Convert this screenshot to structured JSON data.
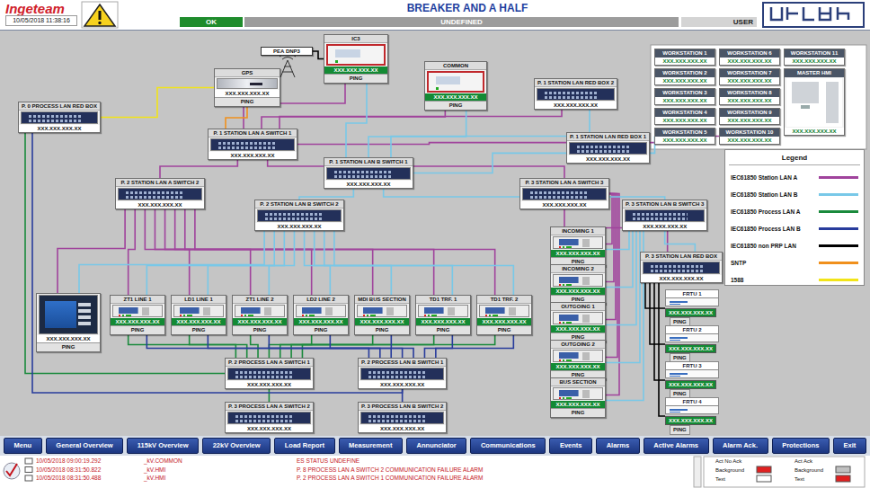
{
  "diagram": {
    "title": "BREAKER AND A HALF",
    "nodes": [
      {
        "text": [
          "PEA DNP3"
        ]
      },
      {
        "text": [
          "GPS",
          "XXX.XXX.XXX.XX",
          "PING"
        ]
      },
      {
        "text": [
          "IC3",
          "XXX.XXX.XXX.XX",
          "PING"
        ]
      },
      {
        "text": [
          "COMMON",
          "XXX.XXX.XXX.XX",
          "PING"
        ]
      },
      {
        "text": [
          "P. 1 STATION LAN RED BOX 2",
          "XXX.XXX.XXX.XX"
        ]
      },
      {
        "text": [
          "P. 0 PROCESS LAN RED BOX",
          "XXX.XXX.XXX.XX"
        ]
      },
      {
        "text": [
          "P. 1 STATION LAN A SWITCH 1",
          "XXX.XXX.XXX.XX"
        ]
      },
      {
        "text": [
          "P. 1 STATION LAN RED BOX 1",
          "XXX.XXX.XXX.XX"
        ]
      },
      {
        "text": [
          "P. 1 STATION LAN B SWITCH 1",
          "XXX.XXX.XXX.XX"
        ]
      },
      {
        "text": [
          "P. 2 STATION LAN A SWITCH 2",
          "XXX.XXX.XXX.XX"
        ]
      },
      {
        "text": [
          "P. 3 STATION LAN A SWITCH 3",
          "XXX.XXX.XXX.XX"
        ]
      },
      {
        "text": [
          "P. 2 STATION LAN B SWITCH 2",
          "XXX.XXX.XXX.XX"
        ]
      },
      {
        "text": [
          "P. 3 STATION LAN B SWITCH 3",
          "XXX.XXX.XXX.XX"
        ]
      },
      {
        "text": [
          "P. 3 STATION LAN RED BOX",
          "XXX.XXX.XXX.XX"
        ]
      },
      {
        "text": [
          "XXX.XXX.XXX.XX",
          "PING"
        ]
      },
      {
        "text": [
          "ZT1 LINE 1",
          "XXX.XXX.XXX.XX",
          "PING"
        ]
      },
      {
        "text": [
          "LD1 LINE 1",
          "XXX.XXX.XXX.XX",
          "PING"
        ]
      },
      {
        "text": [
          "ZT1 LINE 2",
          "XXX.XXX.XXX.XX",
          "PING"
        ]
      },
      {
        "text": [
          "LD2 LINE 2",
          "XXX.XXX.XXX.XX",
          "PING"
        ]
      },
      {
        "text": [
          "MDI BUS SECTION",
          "XXX.XXX.XXX.XX",
          "PING"
        ]
      },
      {
        "text": [
          "TD1 TRF. 1",
          "XXX.XXX.XXX.XX",
          "PING"
        ]
      },
      {
        "text": [
          "TD1 TRF. 2",
          "XXX.XXX.XXX.XX",
          "PING"
        ]
      },
      {
        "text": [
          "INCOMING 1",
          "XXX.XXX.XXX.XX",
          "PING"
        ]
      },
      {
        "text": [
          "INCOMING 2",
          "XXX.XXX.XXX.XX",
          "PING"
        ]
      },
      {
        "text": [
          "OUTGOING 1",
          "XXX.XXX.XXX.XX",
          "PING"
        ]
      },
      {
        "text": [
          "OUTGOING 2",
          "XXX.XXX.XXX.XX",
          "PING"
        ]
      },
      {
        "text": [
          "BUS SECTION",
          "XXX.XXX.XXX.XX",
          "PING"
        ]
      },
      {
        "text": [
          "FRTU 1",
          "XXX.XXX.XXX.XX",
          "PING"
        ]
      },
      {
        "text": [
          "FRTU 2",
          "XXX.XXX.XXX.XX",
          "PING"
        ]
      },
      {
        "text": [
          "FRTU 3",
          "XXX.XXX.XXX.XX",
          "PING"
        ]
      },
      {
        "text": [
          "FRTU 4",
          "XXX.XXX.XXX.XX",
          "PING"
        ]
      },
      {
        "text": [
          "P. 2 PROCESS LAN A SWITCH 1",
          "XXX.XXX.XXX.XX"
        ]
      },
      {
        "text": [
          "P. 2 PROCESS LAN B SWITCH 1",
          "XXX.XXX.XXX.XX"
        ]
      },
      {
        "text": [
          "P. 3 PROCESS LAN A SWITCH 2",
          "XXX.XXX.XXX.XX"
        ]
      },
      {
        "text": [
          "P. 3 PROCESS LAN B SWITCH 2",
          "XXX.XXX.XXX.XX"
        ]
      },
      {
        "text": [
          "WORKSTATION 1",
          "XXX.XXX.XXX.XX"
        ]
      },
      {
        "text": [
          "WORKSTATION 2",
          "XXX.XXX.XXX.XX"
        ]
      },
      {
        "text": [
          "WORKSTATION 3",
          "XXX.XXX.XXX.XX"
        ]
      },
      {
        "text": [
          "WORKSTATION 4",
          "XXX.XXX.XXX.XX"
        ]
      },
      {
        "text": [
          "WORKSTATION 5",
          "XXX.XXX.XXX.XX"
        ]
      },
      {
        "text": [
          "WORKSTATION 6",
          "XXX.XXX.XXX.XX"
        ]
      },
      {
        "text": [
          "WORKSTATION 7",
          "XXX.XXX.XXX.XX"
        ]
      },
      {
        "text": [
          "WORKSTATION 8",
          "XXX.XXX.XXX.XX"
        ]
      },
      {
        "text": [
          "WORKSTATION 9",
          "XXX.XXX.XXX.XX"
        ]
      },
      {
        "text": [
          "WORKSTATION 10",
          "XXX.XXX.XXX.XX"
        ]
      },
      {
        "text": [
          "WORKSTATION 11",
          "XXX.XXX.XXX.XX"
        ]
      },
      {
        "text": [
          "MASTER HMI",
          "XXX.XXX.XXX.XX"
        ]
      }
    ],
    "edges": [
      {
        "from": 6,
        "to": 2,
        "arrow": "none"
      },
      {
        "from": 6,
        "to": 3,
        "arrow": "none"
      },
      {
        "from": 6,
        "to": 4,
        "arrow": "none"
      },
      {
        "from": 6,
        "to": 7,
        "arrow": "none"
      },
      {
        "from": 6,
        "to": 9,
        "arrow": "none"
      },
      {
        "from": 6,
        "to": 10,
        "arrow": "none"
      },
      {
        "from": 9,
        "to": 14,
        "arrow": "none"
      },
      {
        "from": 9,
        "to": 15,
        "arrow": "none"
      },
      {
        "from": 9,
        "to": 16,
        "arrow": "none"
      },
      {
        "from": 9,
        "to": 17,
        "arrow": "none"
      },
      {
        "from": 9,
        "to": 18,
        "arrow": "none"
      },
      {
        "from": 9,
        "to": 19,
        "arrow": "none"
      },
      {
        "from": 9,
        "to": 20,
        "arrow": "none"
      },
      {
        "from": 9,
        "to": 21,
        "arrow": "none"
      },
      {
        "from": 10,
        "to": 22,
        "arrow": "none"
      },
      {
        "from": 10,
        "to": 23,
        "arrow": "none"
      },
      {
        "from": 10,
        "to": 24,
        "arrow": "none"
      },
      {
        "from": 10,
        "to": 25,
        "arrow": "none"
      },
      {
        "from": 10,
        "to": 26,
        "arrow": "none"
      },
      {
        "from": 10,
        "to": 13,
        "arrow": "none"
      },
      {
        "from": 7,
        "to": 44,
        "arrow": "none"
      },
      {
        "from": 8,
        "to": 2,
        "arrow": "none"
      },
      {
        "from": 8,
        "to": 3,
        "arrow": "none"
      },
      {
        "from": 8,
        "to": 4,
        "arrow": "none"
      },
      {
        "from": 8,
        "to": 7,
        "arrow": "none"
      },
      {
        "from": 8,
        "to": 11,
        "arrow": "none"
      },
      {
        "from": 8,
        "to": 12,
        "arrow": "none"
      },
      {
        "from": 11,
        "to": 14,
        "arrow": "none"
      },
      {
        "from": 11,
        "to": 15,
        "arrow": "none"
      },
      {
        "from": 11,
        "to": 16,
        "arrow": "none"
      },
      {
        "from": 11,
        "to": 17,
        "arrow": "none"
      },
      {
        "from": 11,
        "to": 18,
        "arrow": "none"
      },
      {
        "from": 11,
        "to": 19,
        "arrow": "none"
      },
      {
        "from": 11,
        "to": 20,
        "arrow": "none"
      },
      {
        "from": 11,
        "to": 21,
        "arrow": "none"
      },
      {
        "from": 12,
        "to": 22,
        "arrow": "none"
      },
      {
        "from": 12,
        "to": 23,
        "arrow": "none"
      },
      {
        "from": 12,
        "to": 24,
        "arrow": "none"
      },
      {
        "from": 12,
        "to": 25,
        "arrow": "none"
      },
      {
        "from": 12,
        "to": 26,
        "arrow": "none"
      },
      {
        "from": 12,
        "to": 13,
        "arrow": "none"
      },
      {
        "from": 7,
        "to": 39,
        "arrow": "none"
      },
      {
        "from": 15,
        "to": 31,
        "arrow": "none"
      },
      {
        "from": 16,
        "to": 31,
        "arrow": "none"
      },
      {
        "from": 17,
        "to": 31,
        "arrow": "none"
      },
      {
        "from": 18,
        "to": 31,
        "arrow": "none"
      },
      {
        "from": 19,
        "to": 31,
        "arrow": "none"
      },
      {
        "from": 20,
        "to": 31,
        "arrow": "none"
      },
      {
        "from": 21,
        "to": 31,
        "arrow": "none"
      },
      {
        "from": 5,
        "to": 31,
        "arrow": "none"
      },
      {
        "from": 31,
        "to": 33,
        "arrow": "none"
      },
      {
        "from": 15,
        "to": 32,
        "arrow": "none"
      },
      {
        "from": 16,
        "to": 32,
        "arrow": "none"
      },
      {
        "from": 17,
        "to": 32,
        "arrow": "none"
      },
      {
        "from": 18,
        "to": 32,
        "arrow": "none"
      },
      {
        "from": 19,
        "to": 32,
        "arrow": "none"
      },
      {
        "from": 20,
        "to": 32,
        "arrow": "none"
      },
      {
        "from": 21,
        "to": 32,
        "arrow": "none"
      },
      {
        "from": 5,
        "to": 32,
        "arrow": "none"
      },
      {
        "from": 32,
        "to": 34,
        "arrow": "none"
      },
      {
        "from": 1,
        "to": 6,
        "arrow": "none"
      },
      {
        "from": 5,
        "to": 1,
        "arrow": "none"
      },
      {
        "from": 0,
        "to": 2,
        "arrow": "none"
      },
      {
        "from": 13,
        "to": 27,
        "arrow": "none"
      },
      {
        "from": 13,
        "to": 28,
        "arrow": "none"
      },
      {
        "from": 13,
        "to": 29,
        "arrow": "none"
      },
      {
        "from": 13,
        "to": 30,
        "arrow": "none"
      }
    ],
    "labels": [
      "Ingeteam",
      "10/05/2018 11:38:16",
      "OK",
      "UNDEFINED",
      "USER",
      "Legend",
      "Menu",
      "General Overview",
      "115kV Overview",
      "22kV Overview",
      "Load Report",
      "Measurement",
      "Annunciator",
      "Communications",
      "Events",
      "Alarms",
      "Active Alarms",
      "Alarm Ack.",
      "Protections",
      "Exit",
      "10/05/2018 09:00:19.292",
      "_kV.COMMON",
      "ES STATUS UNDEFINE",
      "10/05/2018 08:31:50.822",
      "_kV.HMI",
      "P. 8 PROCESS LAN A SWITCH 2 COMMUNICATION FAILURE ALARM",
      "10/05/2018 08:31:50.488",
      "_kV.HMI",
      "P. 2 PROCESS LAN A SWITCH 1 COMMUNICATION FAILURE ALARM",
      "Act No Ack",
      "Background",
      "Text",
      "Act Ack",
      "Background",
      "Text"
    ],
    "legend": [
      {
        "text": "IEC61850 Station LAN A",
        "color": "#a0439c"
      },
      {
        "text": "IEC61850 Station LAN B",
        "color": "#78c8e8"
      },
      {
        "text": "IEC61850 Process LAN A",
        "color": "#1a8a3c"
      },
      {
        "text": "IEC61850 Process LAN B",
        "color": "#283c9c"
      },
      {
        "text": "IEC61850 non PRP LAN",
        "color": "#000000"
      },
      {
        "text": "SNTP",
        "color": "#f0901c"
      },
      {
        "text": "1588",
        "color": "#f2e418"
      }
    ]
  }
}
